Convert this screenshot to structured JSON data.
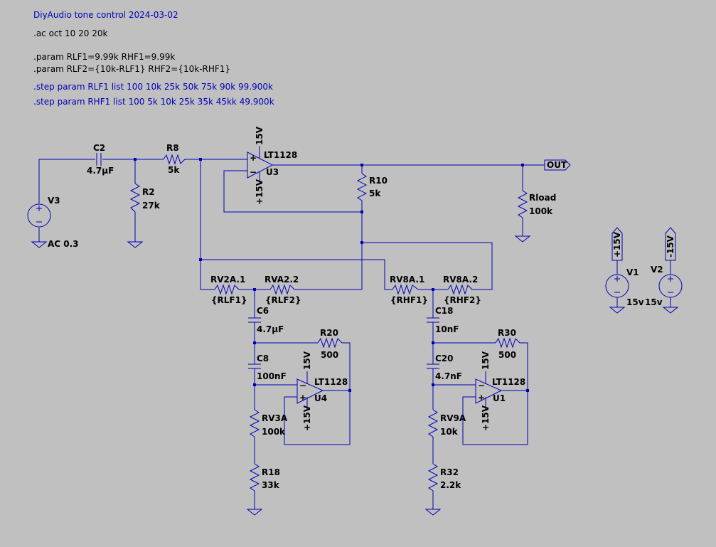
{
  "schematic": {
    "title": "DiyAudio tone control 2024-03-02",
    "directives": {
      "ac": ".ac oct 10 20 20k",
      "param1": ".param RLF1=9.99k RHF1=9.99k",
      "param2": ".param RLF2={10k-RLF1} RHF2={10k-RHF1}",
      "step1": ".step param RLF1 list  100 10k 25k 50k 75k 90k 99.900k",
      "step2": ".step param RHF1 list  100 5k 10k 25k 35k 45kk 49.900k"
    },
    "components": {
      "C2": {
        "name": "C2",
        "value": "4.7µF"
      },
      "R8": {
        "name": "R8",
        "value": "5k"
      },
      "R2": {
        "name": "R2",
        "value": "27k"
      },
      "V3": {
        "name": "V3",
        "value": "AC 0.3"
      },
      "U3": {
        "name": "U3",
        "model": "LT1128"
      },
      "R10": {
        "name": "R10",
        "value": "5k"
      },
      "Rload": {
        "name": "Rload",
        "value": "100k"
      },
      "RV2A1": {
        "name": "RV2A.1",
        "value": "{RLF1}"
      },
      "RVA22": {
        "name": "RVA2.2",
        "value": "{RLF2}"
      },
      "RV8A1": {
        "name": "RV8A.1",
        "value": "{RHF1}"
      },
      "RV8A2": {
        "name": "RV8A.2",
        "value": "{RHF2}"
      },
      "C6": {
        "name": "C6",
        "value": "4.7µF"
      },
      "C18": {
        "name": "C18",
        "value": "10nF"
      },
      "R20": {
        "name": "R20",
        "value": "500"
      },
      "R30": {
        "name": "R30",
        "value": "500"
      },
      "C8": {
        "name": "C8",
        "value": "100nF"
      },
      "C20": {
        "name": "C20",
        "value": "4.7nF"
      },
      "U4": {
        "name": "U4",
        "model": "LT1128"
      },
      "U1": {
        "name": "U1",
        "model": "LT1128"
      },
      "RV3A": {
        "name": "RV3A",
        "value": "100k"
      },
      "RV9A": {
        "name": "RV9A",
        "value": "10k"
      },
      "R18": {
        "name": "R18",
        "value": "33k"
      },
      "R32": {
        "name": "R32",
        "value": "2.2k"
      },
      "V1": {
        "name": "V1",
        "value": "15v"
      },
      "V2": {
        "name": "V2",
        "value": "15v"
      }
    },
    "nets": {
      "out": "OUT",
      "pos15": "15V",
      "pos15b": "+15V",
      "neg15": "-15V"
    },
    "pins": {
      "plus": "+",
      "minus": "−"
    },
    "colors": {
      "background": "#c0c0c0",
      "wire": "#0000b8",
      "directive": "#0000b8",
      "text": "#000000"
    }
  }
}
